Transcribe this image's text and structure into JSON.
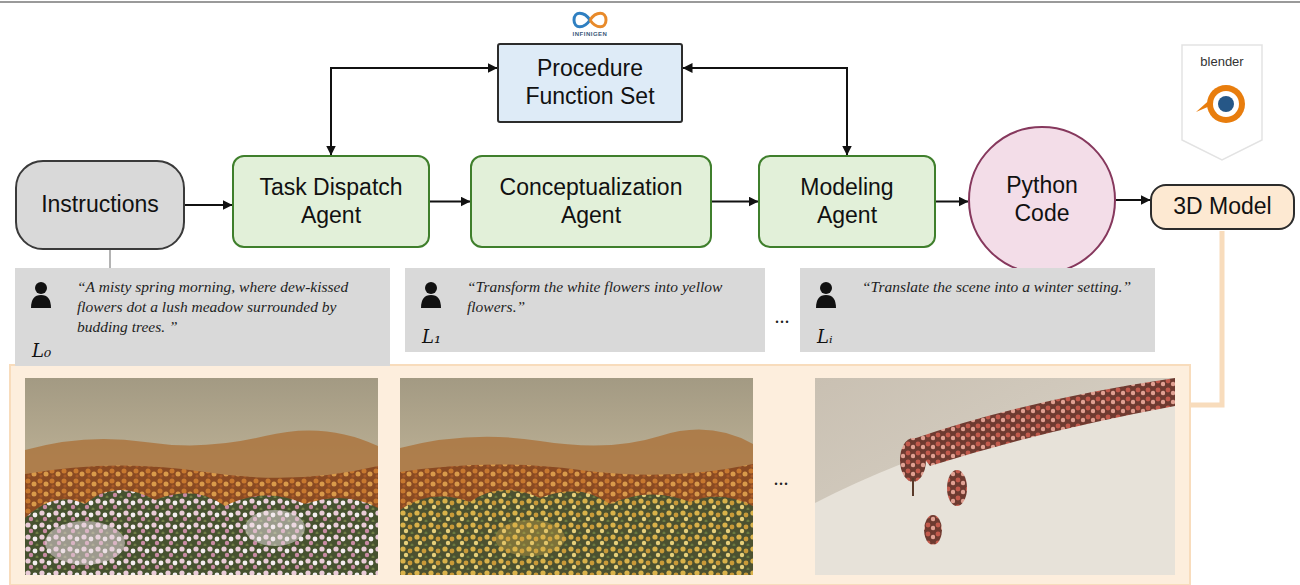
{
  "diagram": {
    "nodes": [
      {
        "text": [
          "Procedure Function Set"
        ]
      },
      {
        "text": [
          "Instructions"
        ]
      },
      {
        "text": [
          "Task Dispatch Agent"
        ]
      },
      {
        "text": [
          "Conceptualization Agent"
        ]
      },
      {
        "text": [
          "Modeling Agent"
        ]
      },
      {
        "text": [
          "Python Code"
        ]
      },
      {
        "text": [
          "3D Model"
        ]
      },
      {
        "text": [
          "“A misty spring morning, where dew-kissed flowers dot a lush meadow surrounded by budding trees. ”",
          "L₀"
        ]
      },
      {
        "text": [
          "“Transform the white flowers into yellow flowers.”",
          "L₁"
        ]
      },
      {
        "text": [
          "“Translate the scene into a winter setting.”",
          "Lᵢ"
        ]
      }
    ],
    "edges": [
      {
        "from": 1,
        "to": 2,
        "arrow": "to"
      },
      {
        "from": 2,
        "to": 3,
        "arrow": "to"
      },
      {
        "from": 3,
        "to": 4,
        "arrow": "to"
      },
      {
        "from": 4,
        "to": 5,
        "arrow": "to"
      },
      {
        "from": 5,
        "to": 6,
        "arrow": "to"
      },
      {
        "from": 2,
        "to": 0,
        "arrow": "both"
      },
      {
        "from": 4,
        "to": 0,
        "arrow": "both"
      },
      {
        "from": 1,
        "to": 7,
        "arrow": "none"
      }
    ],
    "labels": [
      "INFINIGEN",
      "blender",
      "...",
      "..."
    ]
  }
}
